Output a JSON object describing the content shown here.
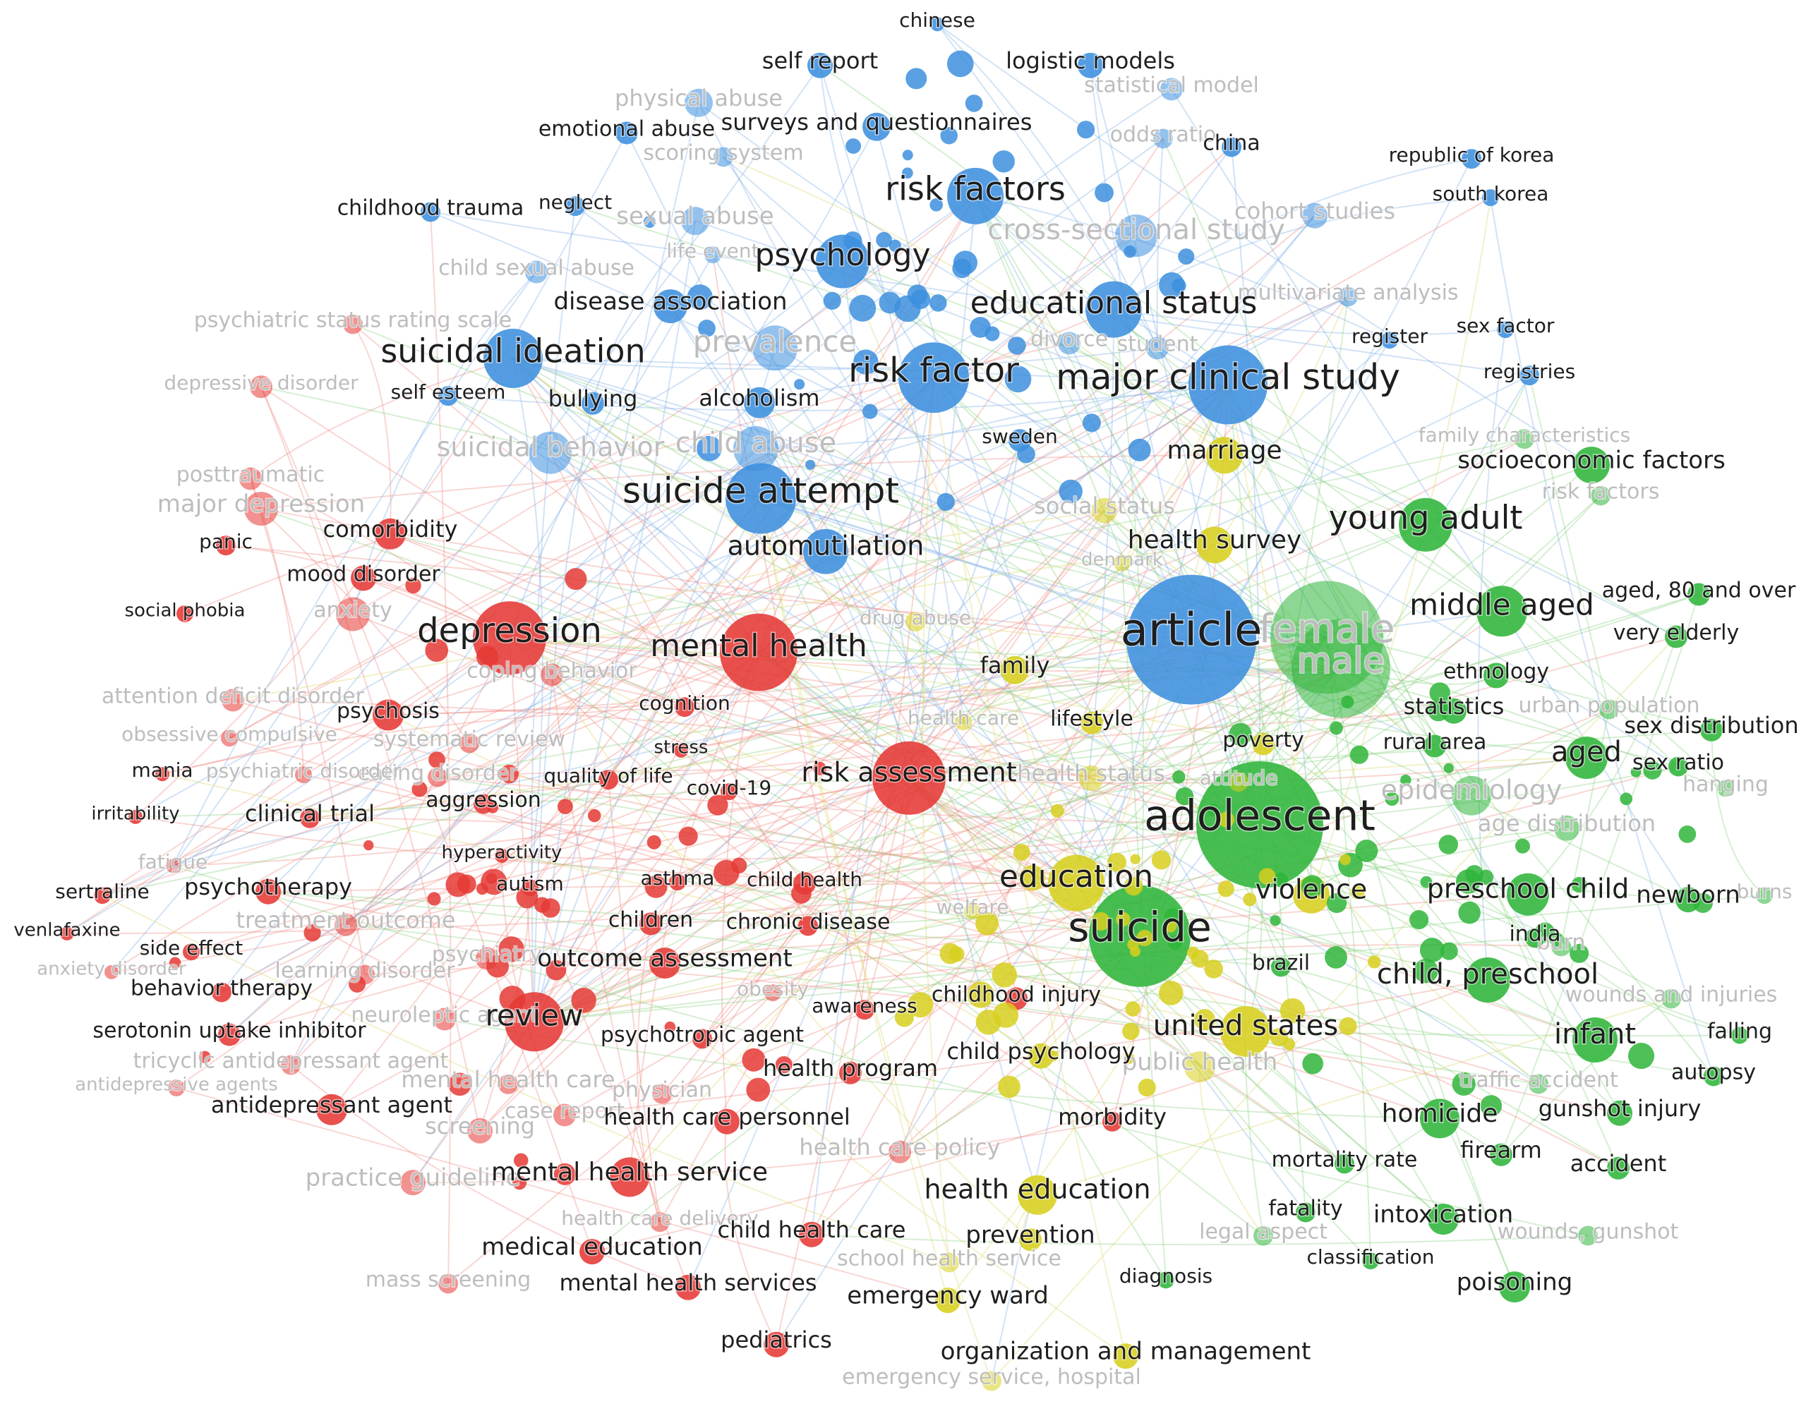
{
  "colors": {
    "red": "#e53935",
    "blue": "#3d8fde",
    "green": "#2fb53a",
    "yellow": "#d7cf1e",
    "label_dark": "#1e1e1e",
    "label_faded": "#bdbdbd",
    "link_red": "#ef8a80",
    "link_blue": "#7fb0e6",
    "link_green": "#86d27e",
    "link_yellow": "#ddd76a"
  },
  "clusters": {
    "red": {
      "labels": [
        "depression",
        "mental health",
        "review",
        "risk assessment",
        "mental health service",
        "comorbidity",
        "mood disorder",
        "psychosis",
        "cognition",
        "stress",
        "quality of life",
        "covid-19",
        "aggression",
        "clinical trial",
        "psychotherapy",
        "hyperactivity",
        "autism",
        "asthma",
        "child health",
        "children",
        "chronic disease",
        "outcome assessment",
        "behavior therapy",
        "serotonin uptake inhibitor",
        "antidepressant agent",
        "sertraline",
        "venlafaxine",
        "side effect",
        "panic",
        "social phobia",
        "mania",
        "irritability",
        "medical education",
        "mental health services",
        "pediatrics",
        "health care personnel",
        "child health care",
        "awareness",
        "psychotropic agent",
        "health program",
        "childhood injury",
        "morbidity"
      ],
      "faded_labels": [
        "anxiety",
        "coping behavior",
        "posttraumatic",
        "major depression",
        "depressive disorder",
        "attention deficit disorder",
        "obsessive compulsive",
        "systematic review",
        "eating disorder",
        "psychiatric disorder",
        "fatigue",
        "treatment outcome",
        "learning disorder",
        "psychiatry",
        "neuroleptic agent",
        "tricyclic antidepressant agent",
        "antidepressive agents",
        "mental health care",
        "physician",
        "case report",
        "screening",
        "practice guideline",
        "health care policy",
        "health care delivery",
        "mass screening",
        "anxiety disorder",
        "obesity",
        "psychiatric status rating scale"
      ]
    },
    "blue": {
      "labels": [
        "article",
        "risk factors",
        "risk factor",
        "major clinical study",
        "educational status",
        "suicidal ideation",
        "suicide attempt",
        "psychology",
        "automutilation",
        "disease association",
        "bullying",
        "alcoholism",
        "self esteem",
        "childhood trauma",
        "neglect",
        "emotional abuse",
        "surveys and questionnaires",
        "self report",
        "logistic models",
        "chinese",
        "china",
        "republic of korea",
        "south korea",
        "register",
        "registries",
        "sex factor",
        "sweden"
      ],
      "faded_labels": [
        "prevalence",
        "child abuse",
        "suicidal behavior",
        "sexual abuse",
        "child sexual abuse",
        "physical abuse",
        "scoring system",
        "cross-sectional study",
        "statistical model",
        "odds ratio",
        "cohort studies",
        "multivariate analysis",
        "divorce",
        "student",
        "life event"
      ]
    },
    "green": {
      "labels": [
        "adolescent",
        "suicide",
        "young adult",
        "middle aged",
        "aged",
        "aged, 80 and over",
        "very elderly",
        "ethnology",
        "statistics",
        "rural area",
        "sex distribution",
        "sex ratio",
        "socioeconomic factors",
        "preschool child",
        "child, preschool",
        "infant",
        "newborn",
        "india",
        "brazil",
        "homicide",
        "gunshot injury",
        "firearm",
        "accident",
        "autopsy",
        "falling",
        "intoxication",
        "poisoning",
        "fatality",
        "mortality rate",
        "classification",
        "diagnosis"
      ],
      "faded_labels": [
        "female",
        "male",
        "epidemiology",
        "age distribution",
        "urban population",
        "burn",
        "burns",
        "wounds and injuries",
        "traffic accident",
        "wounds, gunshot",
        "legal aspect",
        "hanging",
        "family characteristics",
        "risk factors"
      ]
    },
    "yellow": {
      "labels": [
        "education",
        "violence",
        "united states",
        "health education",
        "prevention",
        "emergency ward",
        "organization and management",
        "family",
        "lifestyle",
        "poverty",
        "marriage",
        "health survey",
        "child psychology"
      ],
      "faded_labels": [
        "public health",
        "social status",
        "health status",
        "attitude",
        "school health service",
        "emergency service, hospital",
        "health care",
        "denmark",
        "drug abuse",
        "welfare"
      ]
    }
  }
}
